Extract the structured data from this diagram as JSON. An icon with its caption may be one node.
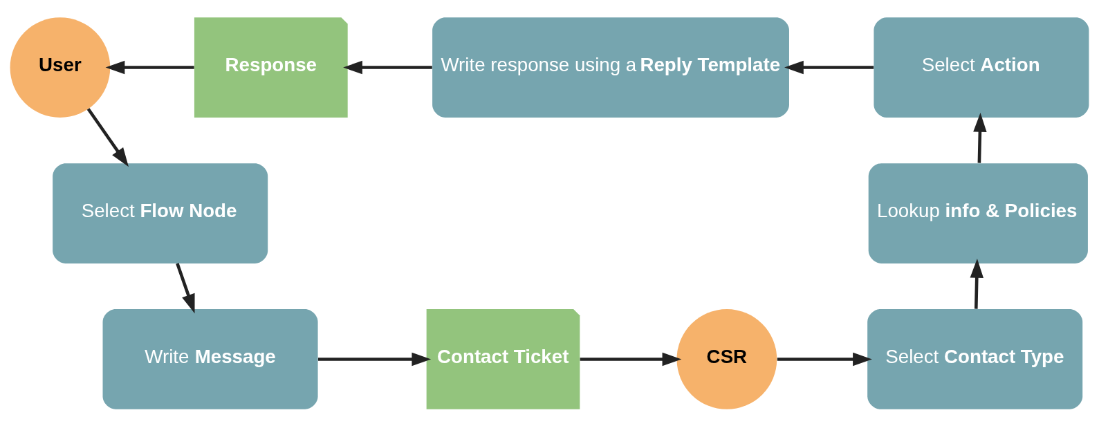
{
  "diagram": {
    "nodes": [
      {
        "text": [
          "User"
        ]
      },
      {
        "text": [
          "**Response**"
        ]
      },
      {
        "text": [
          "Write response using a **Reply Template**"
        ]
      },
      {
        "text": [
          "Select **Action**"
        ]
      },
      {
        "text": [
          "Select **Flow Node**"
        ]
      },
      {
        "text": [
          "Lookup **info & Policies**"
        ]
      },
      {
        "text": [
          "Write **Message**"
        ]
      },
      {
        "text": [
          "**Contact Ticket**"
        ]
      },
      {
        "text": [
          "CSR"
        ]
      },
      {
        "text": [
          "Select **Contact Type**"
        ]
      }
    ],
    "edges": [
      {
        "from": 0,
        "to": 4,
        "arrow": "to"
      },
      {
        "from": 4,
        "to": 6,
        "arrow": "to"
      },
      {
        "from": 6,
        "to": 7,
        "arrow": "to"
      },
      {
        "from": 7,
        "to": 8,
        "arrow": "to"
      },
      {
        "from": 8,
        "to": 9,
        "arrow": "to"
      },
      {
        "from": 9,
        "to": 5,
        "arrow": "to"
      },
      {
        "from": 5,
        "to": 3,
        "arrow": "to"
      },
      {
        "from": 3,
        "to": 2,
        "arrow": "to"
      },
      {
        "from": 2,
        "to": 1,
        "arrow": "to"
      },
      {
        "from": 1,
        "to": 0,
        "arrow": "to"
      }
    ]
  }
}
